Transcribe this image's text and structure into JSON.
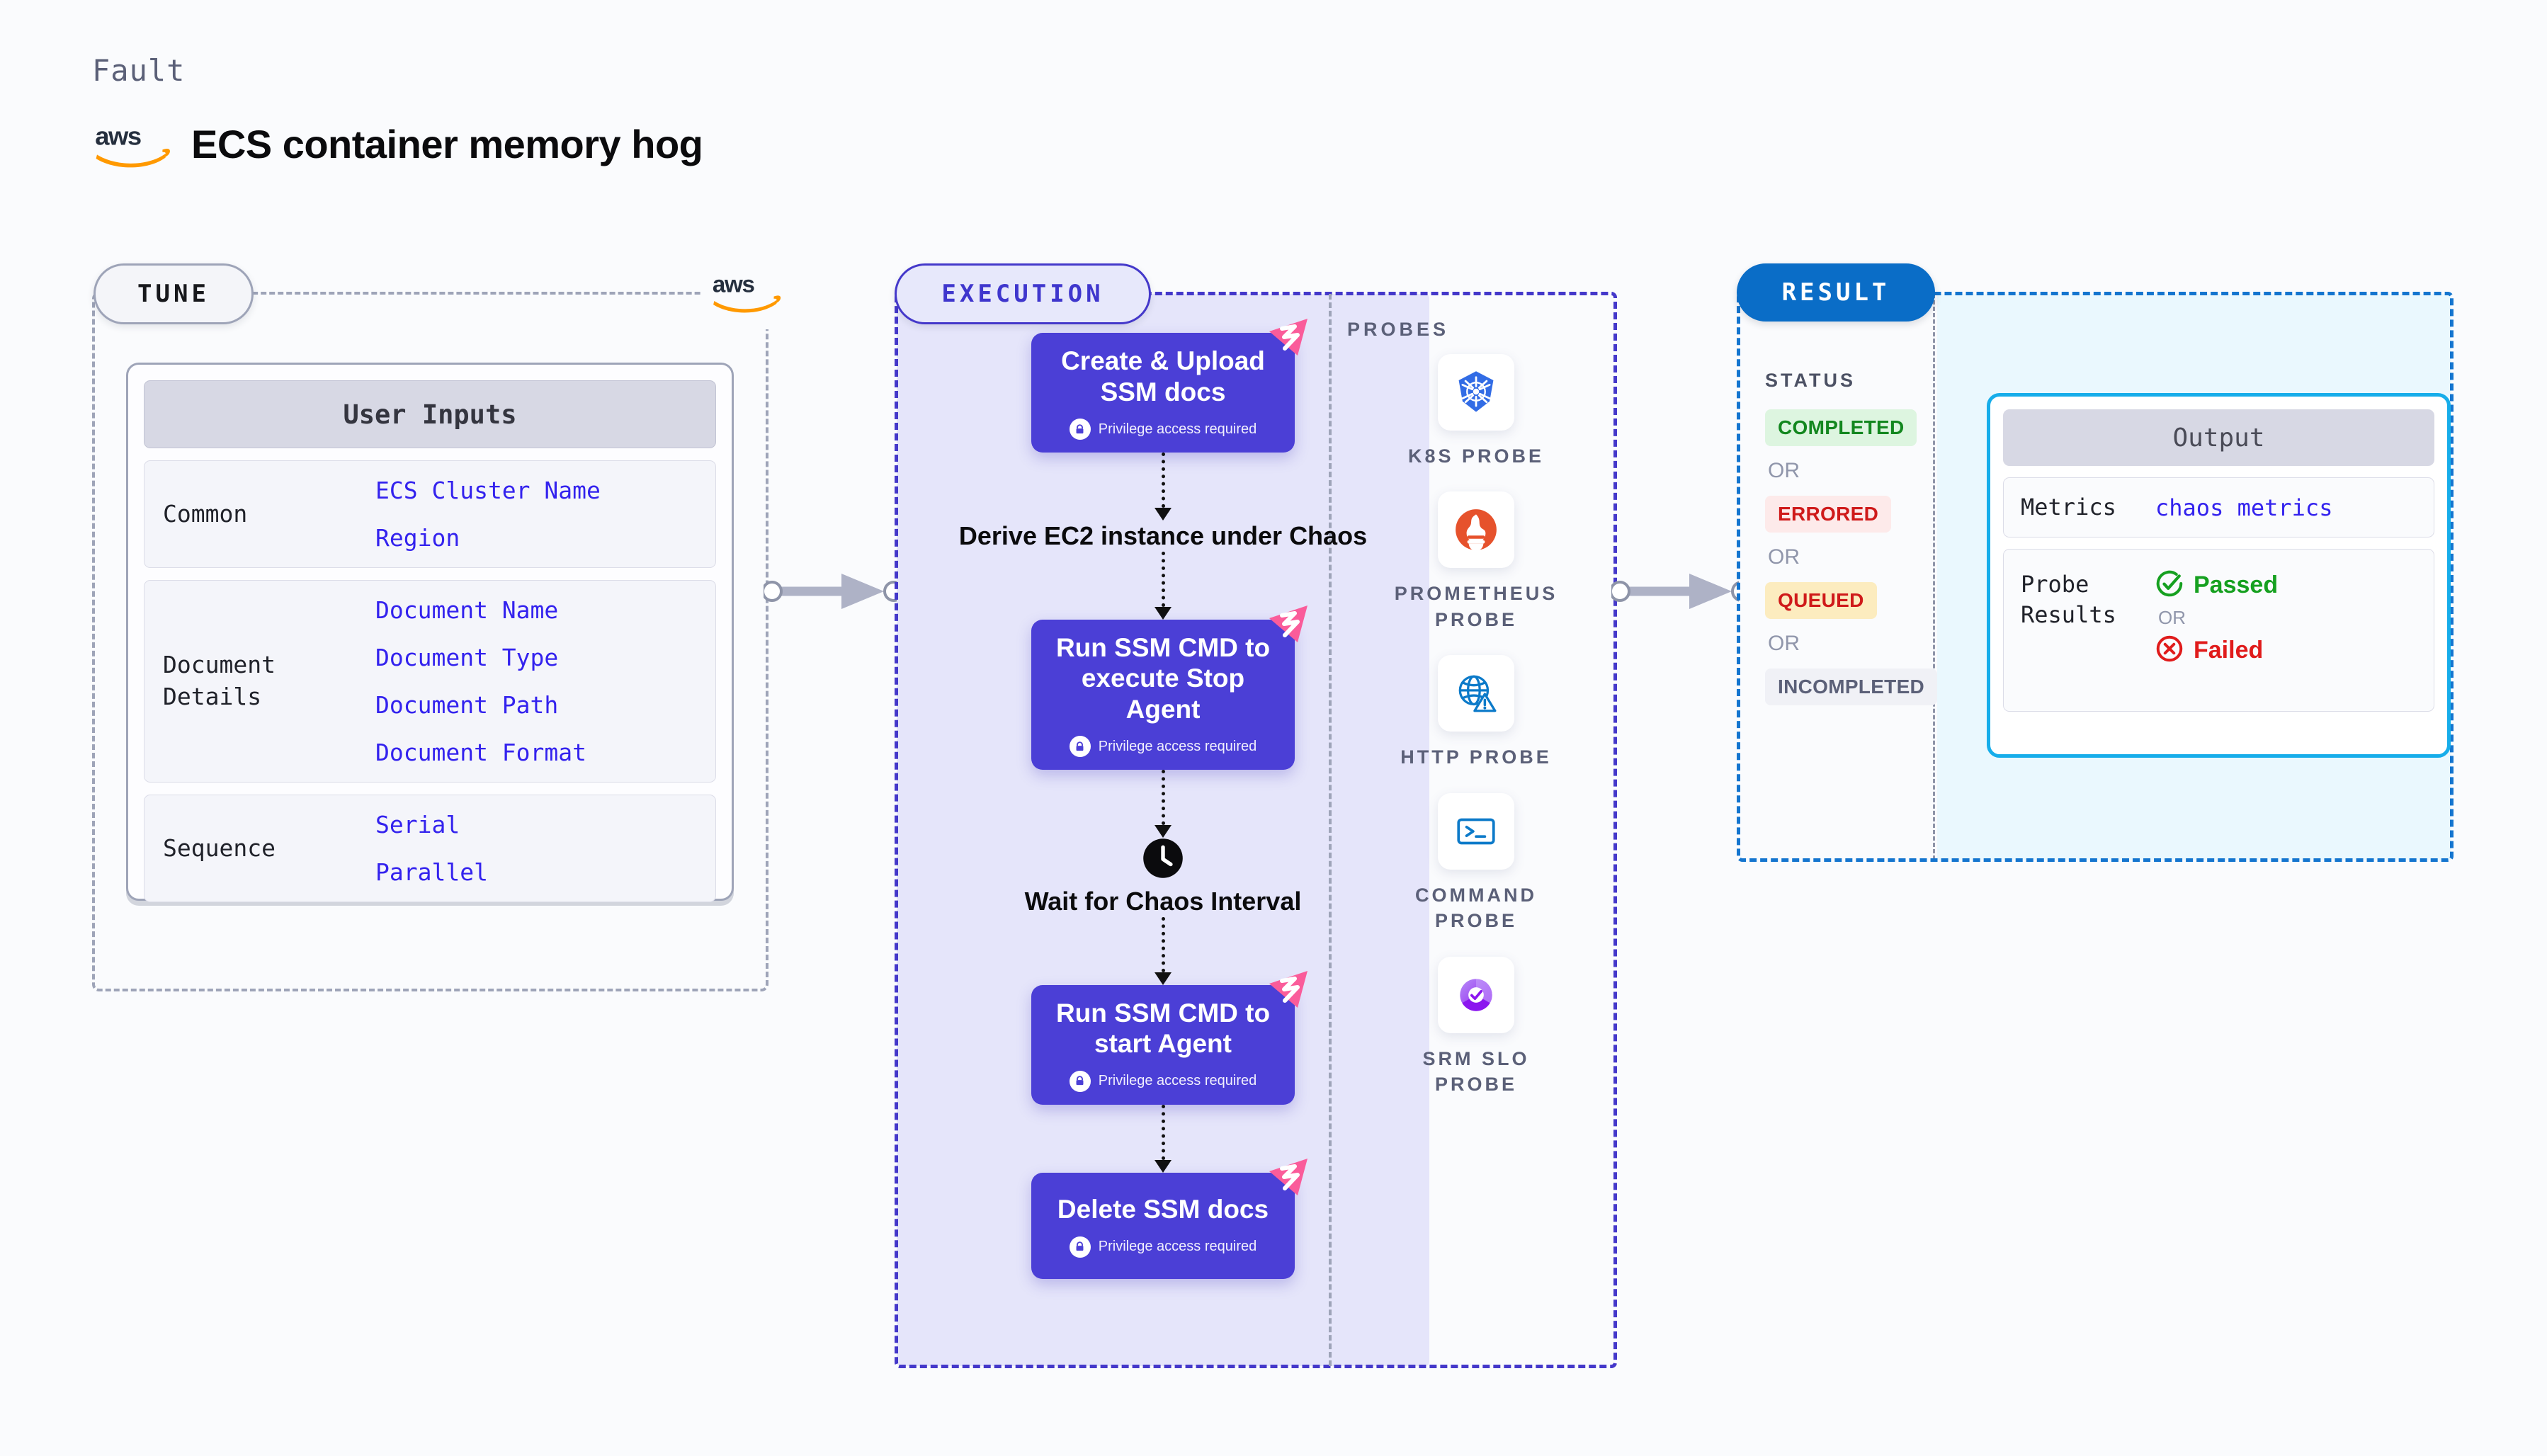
{
  "header": {
    "eyebrow": "Fault",
    "brand_icon": "aws-logo",
    "title": "ECS container memory hog"
  },
  "tune": {
    "pill_label": "TUNE",
    "brand_icon": "aws-logo",
    "card_title": "User Inputs",
    "rows": [
      {
        "label": "Common",
        "values": [
          "ECS Cluster Name",
          "Region"
        ]
      },
      {
        "label": "Document Details",
        "values": [
          "Document Name",
          "Document Type",
          "Document Path",
          "Document Format"
        ]
      },
      {
        "label": "Sequence",
        "values": [
          "Serial",
          "Parallel"
        ]
      }
    ]
  },
  "execution": {
    "pill_label": "EXECUTION",
    "privilege_note": "Privilege access required",
    "steps": [
      {
        "kind": "node",
        "title": "Create & Upload SSM docs",
        "privileged": true,
        "badge": "harness-badge-icon"
      },
      {
        "kind": "plain",
        "title": "Derive EC2 instance under Chaos",
        "icon": ""
      },
      {
        "kind": "node",
        "title": "Run SSM CMD to execute Stop Agent",
        "privileged": true,
        "badge": "harness-badge-icon"
      },
      {
        "kind": "plain",
        "title": "Wait for Chaos Interval",
        "icon": "clock-icon"
      },
      {
        "kind": "node",
        "title": "Run SSM CMD to start Agent",
        "privileged": true,
        "badge": "harness-badge-icon"
      },
      {
        "kind": "node",
        "title": "Delete SSM docs",
        "privileged": true,
        "badge": "harness-badge-icon"
      }
    ]
  },
  "probes": {
    "title": "PROBES",
    "items": [
      {
        "label": "K8S PROBE",
        "icon": "kubernetes-icon"
      },
      {
        "label": "PROMETHEUS PROBE",
        "icon": "prometheus-icon"
      },
      {
        "label": "HTTP PROBE",
        "icon": "http-globe-icon"
      },
      {
        "label": "COMMAND PROBE",
        "icon": "terminal-icon"
      },
      {
        "label": "SRM SLO PROBE",
        "icon": "srm-slo-icon"
      }
    ]
  },
  "result": {
    "pill_label": "RESULT",
    "status_title": "STATUS",
    "or_label": "OR",
    "statuses": [
      {
        "label": "COMPLETED",
        "style": "completed"
      },
      {
        "label": "ERRORED",
        "style": "errored"
      },
      {
        "label": "QUEUED",
        "style": "queued"
      },
      {
        "label": "INCOMPLETED",
        "style": "incompleted"
      }
    ],
    "output": {
      "title": "Output",
      "metrics_label": "Metrics",
      "metrics_value": "chaos metrics",
      "probe_results_label": "Probe Results",
      "passed_label": "Passed",
      "failed_label": "Failed",
      "or_label": "OR"
    }
  },
  "colors": {
    "node_purple": "#4b3fd6",
    "exec_fill": "#e5e5fa",
    "exec_border": "#4438ca",
    "result_border": "#1475cf",
    "result_pill": "#0a6dc7",
    "output_border": "#16adea",
    "output_fill": "#eaf8fe",
    "tune_border": "#9ea4b8",
    "value_blue": "#3322ee",
    "aws_orange": "#f90",
    "harness_pink": "#fa5c9a",
    "pass_green": "#16a020",
    "fail_red": "#e01b1b"
  }
}
